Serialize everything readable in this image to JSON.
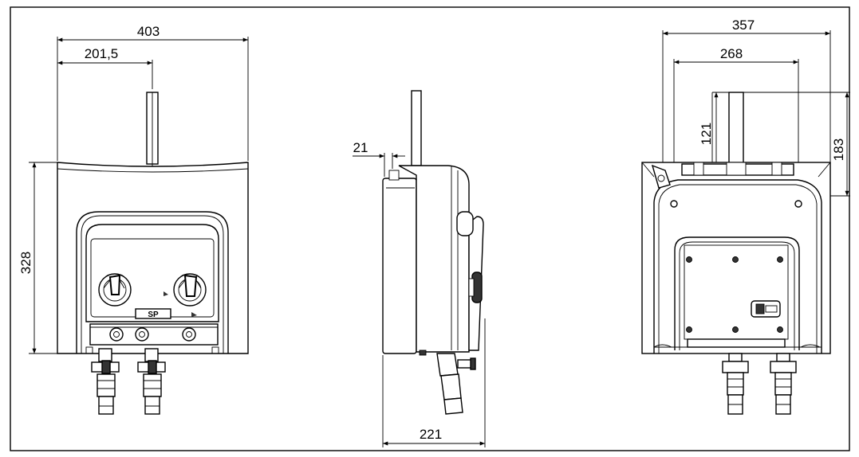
{
  "front_view": {
    "width_label": "403",
    "half_width_label": "201,5",
    "height_label": "328",
    "panel_badge": "SP"
  },
  "side_view": {
    "offset_label": "21",
    "depth_label": "221"
  },
  "rear_view": {
    "width_label": "357",
    "mount_spacing_label": "268",
    "mount_height_label": "121",
    "outlet_height_label": "183"
  }
}
